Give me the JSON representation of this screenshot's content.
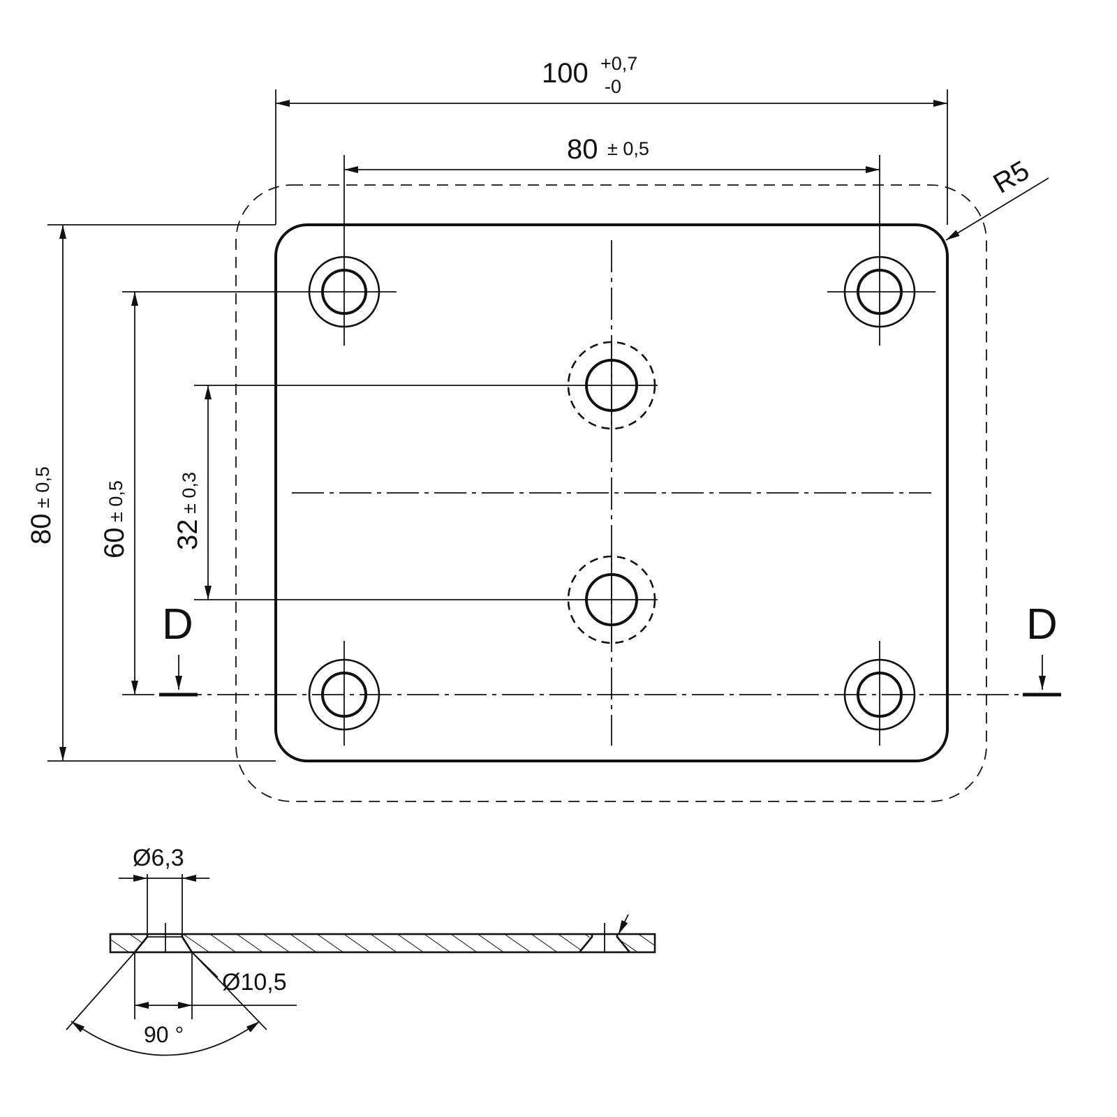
{
  "drawing": {
    "overall_width": {
      "nominal": "100",
      "tol_upper": "+0,7",
      "tol_lower": "-0"
    },
    "hole_spacing_x": {
      "nominal": "80",
      "tol": "± 0,5"
    },
    "corner_radius": "R5",
    "overall_height": {
      "nominal": "80",
      "tol": "± 0,5"
    },
    "hole_spacing_y": {
      "nominal": "60",
      "tol": "± 0,5"
    },
    "center_hole_spacing": {
      "nominal": "32",
      "tol": "± 0,3"
    },
    "section_marker_left": "D",
    "section_marker_right": "D",
    "section": {
      "hole_diameter": "Ø6,3",
      "countersink_diameter": "Ø10,5",
      "countersink_angle": "90 °"
    }
  },
  "colors": {
    "line": "#111111",
    "background": "#ffffff"
  }
}
